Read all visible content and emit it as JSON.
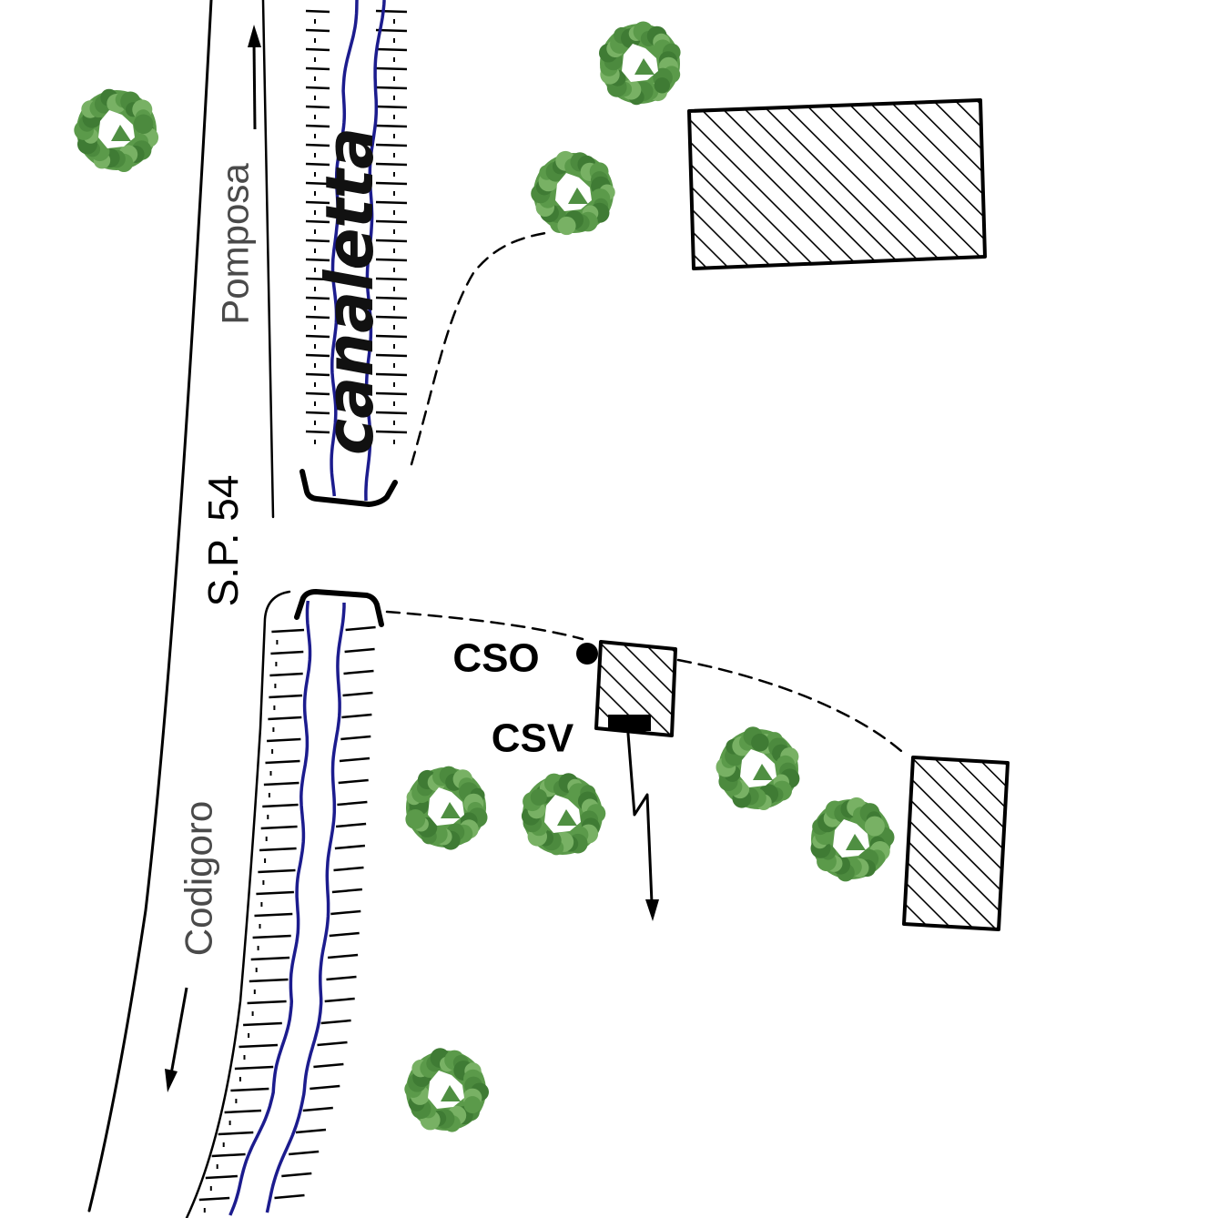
{
  "labels": {
    "road_north": "Pomposa",
    "road_name": "S.P. 54",
    "road_south": "Codigoro",
    "canal": "canaletta",
    "cso": "CSO",
    "csv": "CSV"
  },
  "colors": {
    "line": "#000000",
    "water": "#1c1c8e",
    "vegetation": "#5b9a4a",
    "label_muted": "#4a4a4a"
  },
  "icons": {
    "tree": "tree-icon",
    "direction_north": "arrow-up-icon",
    "direction_south": "arrow-down-icon",
    "discharge": "lightning-arrow-icon"
  }
}
